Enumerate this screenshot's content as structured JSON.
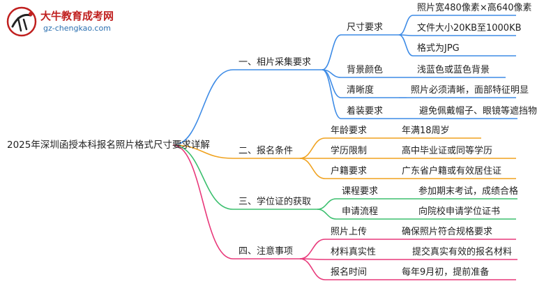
{
  "logo": {
    "title": "大牛教育成考网",
    "url": "gz-chengkao.com"
  },
  "mindmap": {
    "root": "2025年深圳函授本科报名照片格式尺寸要求详解",
    "branches": [
      {
        "label": "一、相片采集要求",
        "color": "#3d8be6",
        "items": [
          {
            "label": "尺寸要求",
            "values": [
              "照片宽480像素×高640像素",
              "文件大小20KB至1000KB",
              "格式为JPG"
            ]
          },
          {
            "label": "背景颜色",
            "values": [
              "浅蓝色或蓝色背景"
            ]
          },
          {
            "label": "清晰度",
            "values": [
              "照片必须清晰，面部特征明显"
            ]
          },
          {
            "label": "着装要求",
            "values": [
              "避免佩戴帽子、眼镜等遮挡物"
            ]
          }
        ]
      },
      {
        "label": "二、报名条件",
        "color": "#f0a21e",
        "items": [
          {
            "label": "年龄要求",
            "values": [
              "年满18周岁"
            ]
          },
          {
            "label": "学历限制",
            "values": [
              "高中毕业证或同等学历"
            ]
          },
          {
            "label": "户籍要求",
            "values": [
              "广东省户籍或有效居住证"
            ]
          }
        ]
      },
      {
        "label": "三、学位证的获取",
        "color": "#3bbf6e",
        "items": [
          {
            "label": "课程要求",
            "values": [
              "参加期末考试，成绩合格"
            ]
          },
          {
            "label": "申请流程",
            "values": [
              "向院校申请学位证书"
            ]
          }
        ]
      },
      {
        "label": "四、注意事项",
        "color": "#e8387a",
        "items": [
          {
            "label": "照片上传",
            "values": [
              "确保照片符合规格要求"
            ]
          },
          {
            "label": "材料真实性",
            "values": [
              "提交真实有效的报名材料"
            ]
          },
          {
            "label": "报名时间",
            "values": [
              "每年9月初，提前准备"
            ]
          }
        ]
      }
    ]
  }
}
